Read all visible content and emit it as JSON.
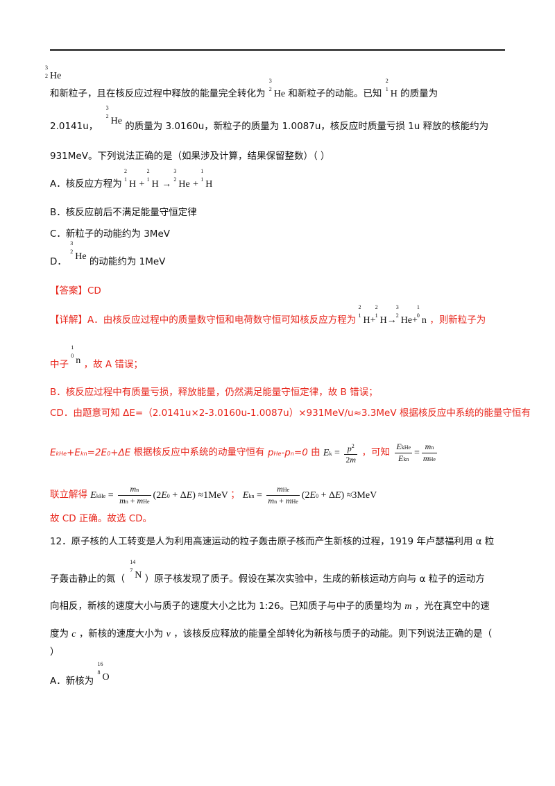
{
  "lines": {
    "l1_a": "和新粒子，且在核反应过程中释放的能量完全转化为",
    "l1_b": "和新粒子的动能。已知",
    "l1_c": "的质量为",
    "l2_a": "2.0141u，",
    "l2_b": "的质量为 3.0160u，新粒子的质量为 1.0087u，核反应时质量亏损 1u 释放的核能约为",
    "l3": "931MeV。下列说法正确的是（如果涉及计算，结果保留整数）（        ）",
    "optA_label": "A．核反应方程为",
    "optB": "B．核反应前后不满足能量守恒定律",
    "optC": "C．新粒子的动能约为 3MeV",
    "optD_label": "D．",
    "optD_text": "的动能约为 1MeV",
    "answer": "【答案】CD",
    "detail_a": "【详解】A．由核反应过程中的质量数守恒和电荷数守恒可知核反应方程为",
    "detail_b": "，则新粒子为",
    "detail_c": "中子",
    "detail_d": "，故 A 错误；",
    "detailB": "B．核反应过程中有质量亏损，释放能量，仍然满足能量守恒定律，故 B 错误；",
    "detailCD": "CD．由题意可知 ΔE=（2.0141u×2-3.0160u-1.0087u）×931MeV/u≈3.3MeV 根据核反应中系统的能量守恒有",
    "energy_eq": "E",
    "energy_text": "根据核反应中系统的动量守恒有",
    "momentum": "由",
    "then_know": "，可知",
    "joint": "联立解得",
    "conclusion": "故 CD 正确。故选 CD。",
    "q12_l1": "12．原子核的人工转变是人为利用高速运动的粒子轰击原子核而产生新核的过程，1919 年卢瑟福利用 α 粒",
    "q12_l2a": "子轰击静止的氮（",
    "q12_l2b": "）原子核发现了质子。假设在某次实验中，生成的新核运动方向与 α 粒子的运动方",
    "q12_l3": "向相反，新核的速度大小与质子的速度大小之比为 1:26。已知质子与中子的质量均为",
    "q12_l3b": "，光在真空中的速",
    "q12_l4": "度为",
    "q12_l4b": "，新核的速度大小为",
    "q12_l4c": "，该核反应释放的能量全部转化为新核与质子的动能。则下列说法正确的是（",
    "q12_l5": "）",
    "q12_A": "A．新核为"
  },
  "symbols": {
    "He": "He",
    "H": "H",
    "n": "n",
    "N": "N",
    "O": "O",
    "m": "m",
    "c": "c",
    "v": "v",
    "mass_He3": "3",
    "charge_He3": "2",
    "mass_H2": "2",
    "charge_H2": "1",
    "mass_H1": "1",
    "charge_H1": "1",
    "mass_n": "1",
    "charge_n": "0",
    "mass_N": "14",
    "charge_N": "7",
    "mass_O": "16",
    "charge_O": "8"
  },
  "formulas": {
    "dE_result1": "≈1MeV",
    "dE_result3": "≈3MeV",
    "E0": "2E",
    "plus_dE": "+ΔE",
    "energy_full": "+E",
    "eq_rhs": "=2E",
    "eq_tail": "+ΔE",
    "p_eq": "p",
    "p_eq_tail": "=0"
  }
}
